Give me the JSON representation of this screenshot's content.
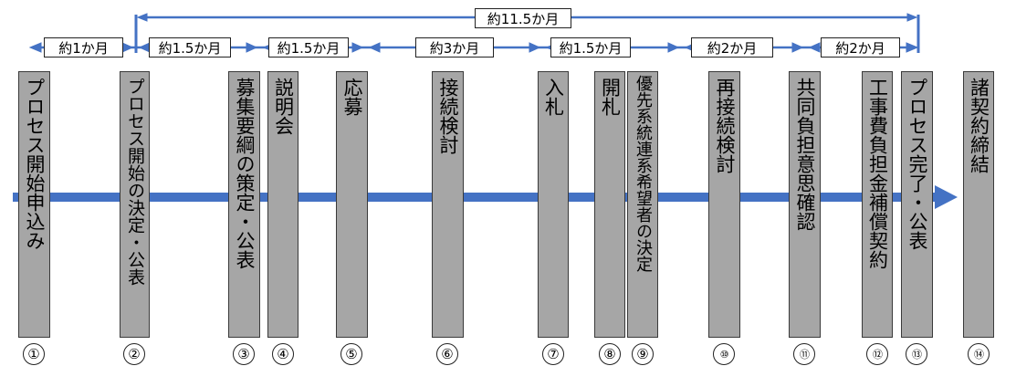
{
  "colors": {
    "arrow": "#4472c4",
    "box_fill": "#a6a6a6",
    "box_border": "#3a3a3a"
  },
  "overall": {
    "label": "約11.5か月"
  },
  "durations": [
    {
      "label": "約1か月"
    },
    {
      "label": "約1.5か月"
    },
    {
      "label": "約1.5か月"
    },
    {
      "label": "約3か月"
    },
    {
      "label": "約1.5か月"
    },
    {
      "label": "約2か月"
    },
    {
      "label": "約2か月"
    }
  ],
  "steps": [
    {
      "number": "①",
      "label": "プロセス開始申込み"
    },
    {
      "number": "②",
      "label": "プロセス開始の決定・公表"
    },
    {
      "number": "③",
      "label": "募集要綱の策定・公表"
    },
    {
      "number": "④",
      "label": "説明会"
    },
    {
      "number": "⑤",
      "label": "応募"
    },
    {
      "number": "⑥",
      "label": "接続検討"
    },
    {
      "number": "⑦",
      "label": "入札"
    },
    {
      "number": "⑧",
      "label": "開札"
    },
    {
      "number": "⑨",
      "label": "優先系統連系希望者の決定"
    },
    {
      "number": "⑩",
      "label": "再接続検討"
    },
    {
      "number": "⑪",
      "label": "共同負担意思確認"
    },
    {
      "number": "⑫",
      "label": "工事費負担金補償契約"
    },
    {
      "number": "⑬",
      "label": "プロセス完了・公表"
    },
    {
      "number": "⑭",
      "label": "諸契約締結"
    }
  ]
}
